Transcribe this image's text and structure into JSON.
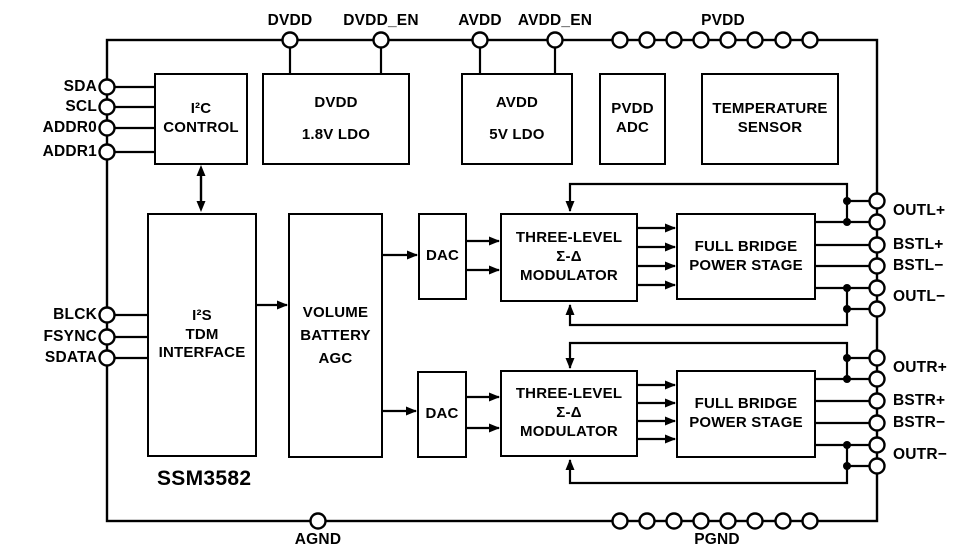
{
  "diagram": {
    "chip_label": "SSM3582",
    "colors": {
      "line": "#000000",
      "background": "#ffffff",
      "text": "#000000"
    }
  },
  "blocks": {
    "i2c_control": "I²C\nCONTROL",
    "dvdd_ldo": "DVDD\n1.8V LDO",
    "avdd_ldo": "AVDD\n5V LDO",
    "pvdd_adc": "PVDD\nADC",
    "temperature_sensor": "TEMPERATURE\nSENSOR",
    "i2s_interface": "I²S\nTDM\nINTERFACE",
    "volume_battery_agc": "VOLUME\nBATTERY\nAGC",
    "dac_left": "DAC",
    "dac_right": "DAC",
    "modulator_left": "THREE-LEVEL\nΣ-Δ\nMODULATOR",
    "modulator_right": "THREE-LEVEL\nΣ-Δ\nMODULATOR",
    "power_stage_left": "FULL BRIDGE\nPOWER STAGE",
    "power_stage_right": "FULL BRIDGE\nPOWER STAGE"
  },
  "pins": {
    "left": [
      "SDA",
      "SCL",
      "ADDR0",
      "ADDR1",
      "BLCK",
      "FSYNC",
      "SDATA"
    ],
    "top": [
      "DVDD",
      "DVDD_EN",
      "AVDD",
      "AVDD_EN",
      "PVDD"
    ],
    "right": [
      "OUTL+",
      "BSTL+",
      "BSTL−",
      "OUTL−",
      "OUTR+",
      "BSTR+",
      "BSTR−",
      "OUTR−"
    ],
    "bottom": [
      "AGND",
      "PGND"
    ]
  }
}
